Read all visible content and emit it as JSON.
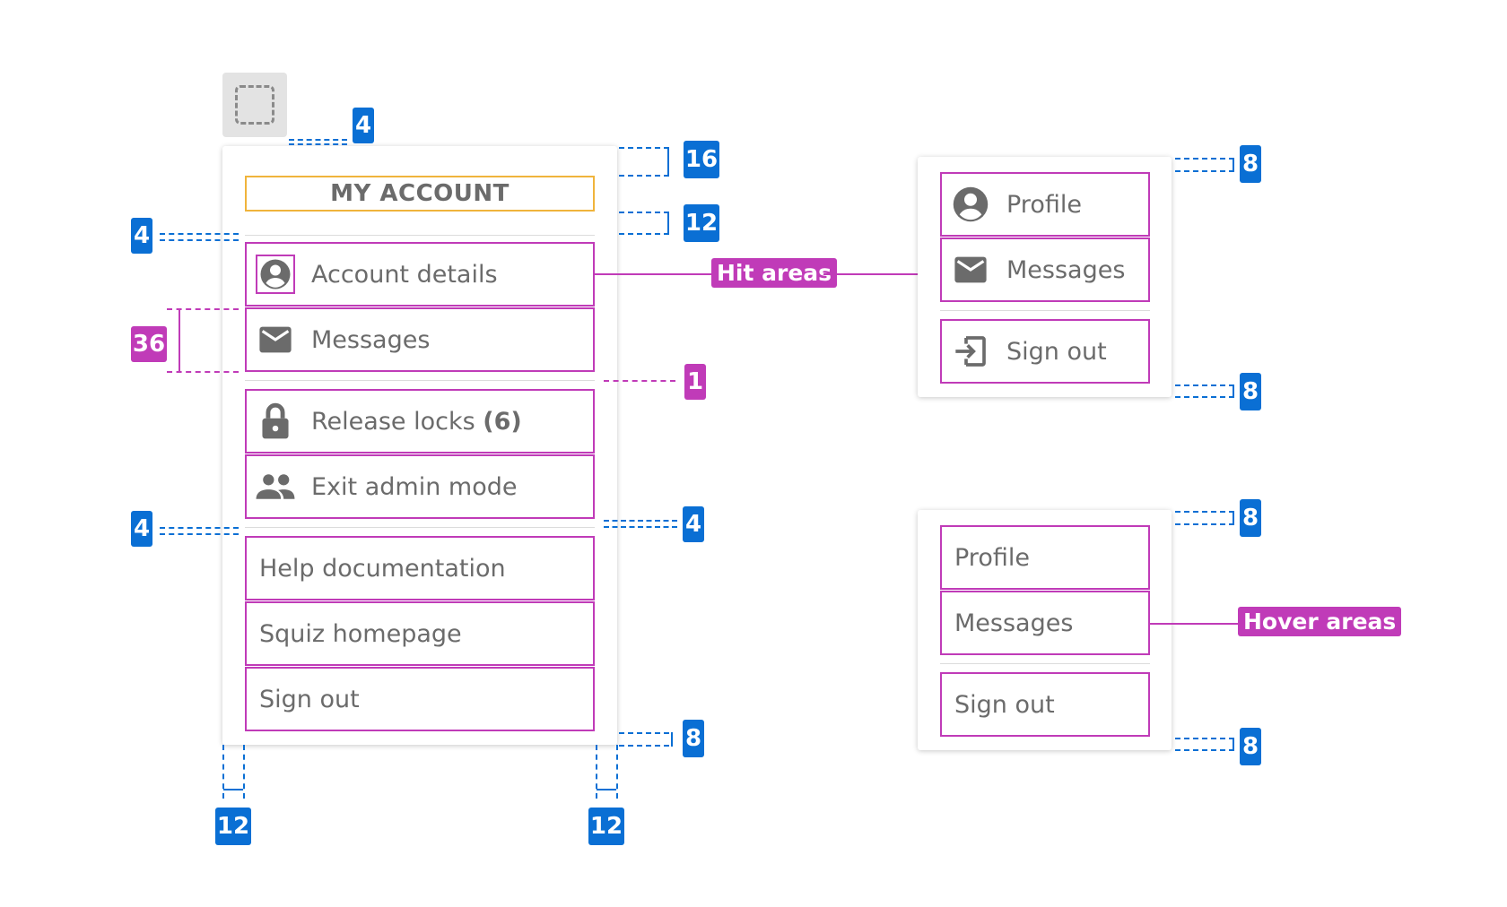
{
  "main_menu": {
    "title": "MY ACCOUNT",
    "items": [
      {
        "label": "Account details",
        "icon": "account-circle-icon"
      },
      {
        "label": "Messages",
        "icon": "mail-icon"
      },
      {
        "label": "Release locks",
        "count": "(6)",
        "icon": "lock-icon"
      },
      {
        "label": "Exit admin mode",
        "icon": "people-icon"
      },
      {
        "label": "Help documentation"
      },
      {
        "label": "Squiz homepage"
      },
      {
        "label": "Sign out"
      }
    ]
  },
  "icon_menu": {
    "items": [
      {
        "label": "Profile",
        "icon": "account-circle-icon"
      },
      {
        "label": "Messages",
        "icon": "mail-icon"
      },
      {
        "label": "Sign out",
        "icon": "sign-out-icon"
      }
    ]
  },
  "text_menu": {
    "items": [
      {
        "label": "Profile"
      },
      {
        "label": "Messages"
      },
      {
        "label": "Sign out"
      }
    ]
  },
  "annotations": {
    "hit_areas": "Hit areas",
    "hover_areas": "Hover areas",
    "trigger_gap": "4",
    "top_padding": "16",
    "title_gap": "12",
    "left_gap_top": "4",
    "item_height": "36",
    "separator": "1",
    "left_gap_bottom": "4",
    "right_gap": "4",
    "bottom_padding": "8",
    "left_margin": "12",
    "right_margin": "12",
    "icon_menu_top": "8",
    "icon_menu_bottom": "8",
    "text_menu_top": "8",
    "text_menu_bottom": "8"
  },
  "colors": {
    "blue_annotation": "#0a6fd4",
    "pink_annotation": "#c03bb8",
    "title_outline": "#f0b43c",
    "text": "#6b6b6b"
  }
}
